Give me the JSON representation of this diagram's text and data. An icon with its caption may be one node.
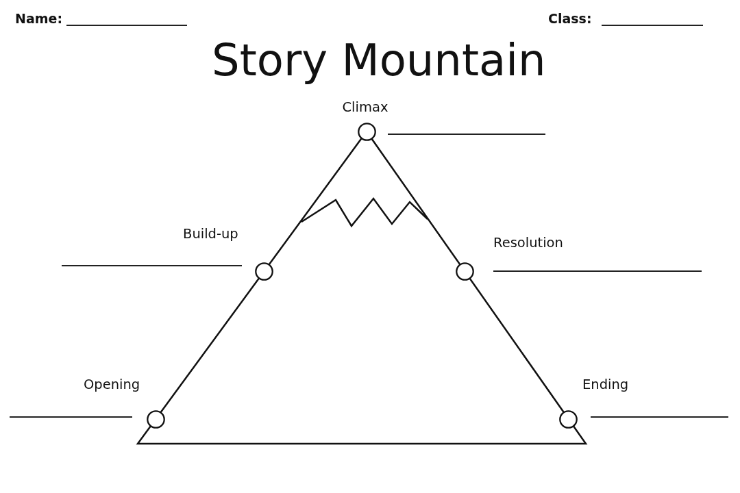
{
  "diagram": {
    "title": "Story Mountain",
    "labels": [
      "Name:",
      "Class:",
      "Climax",
      "Build-up",
      "Resolution",
      "Opening",
      "Ending"
    ]
  }
}
